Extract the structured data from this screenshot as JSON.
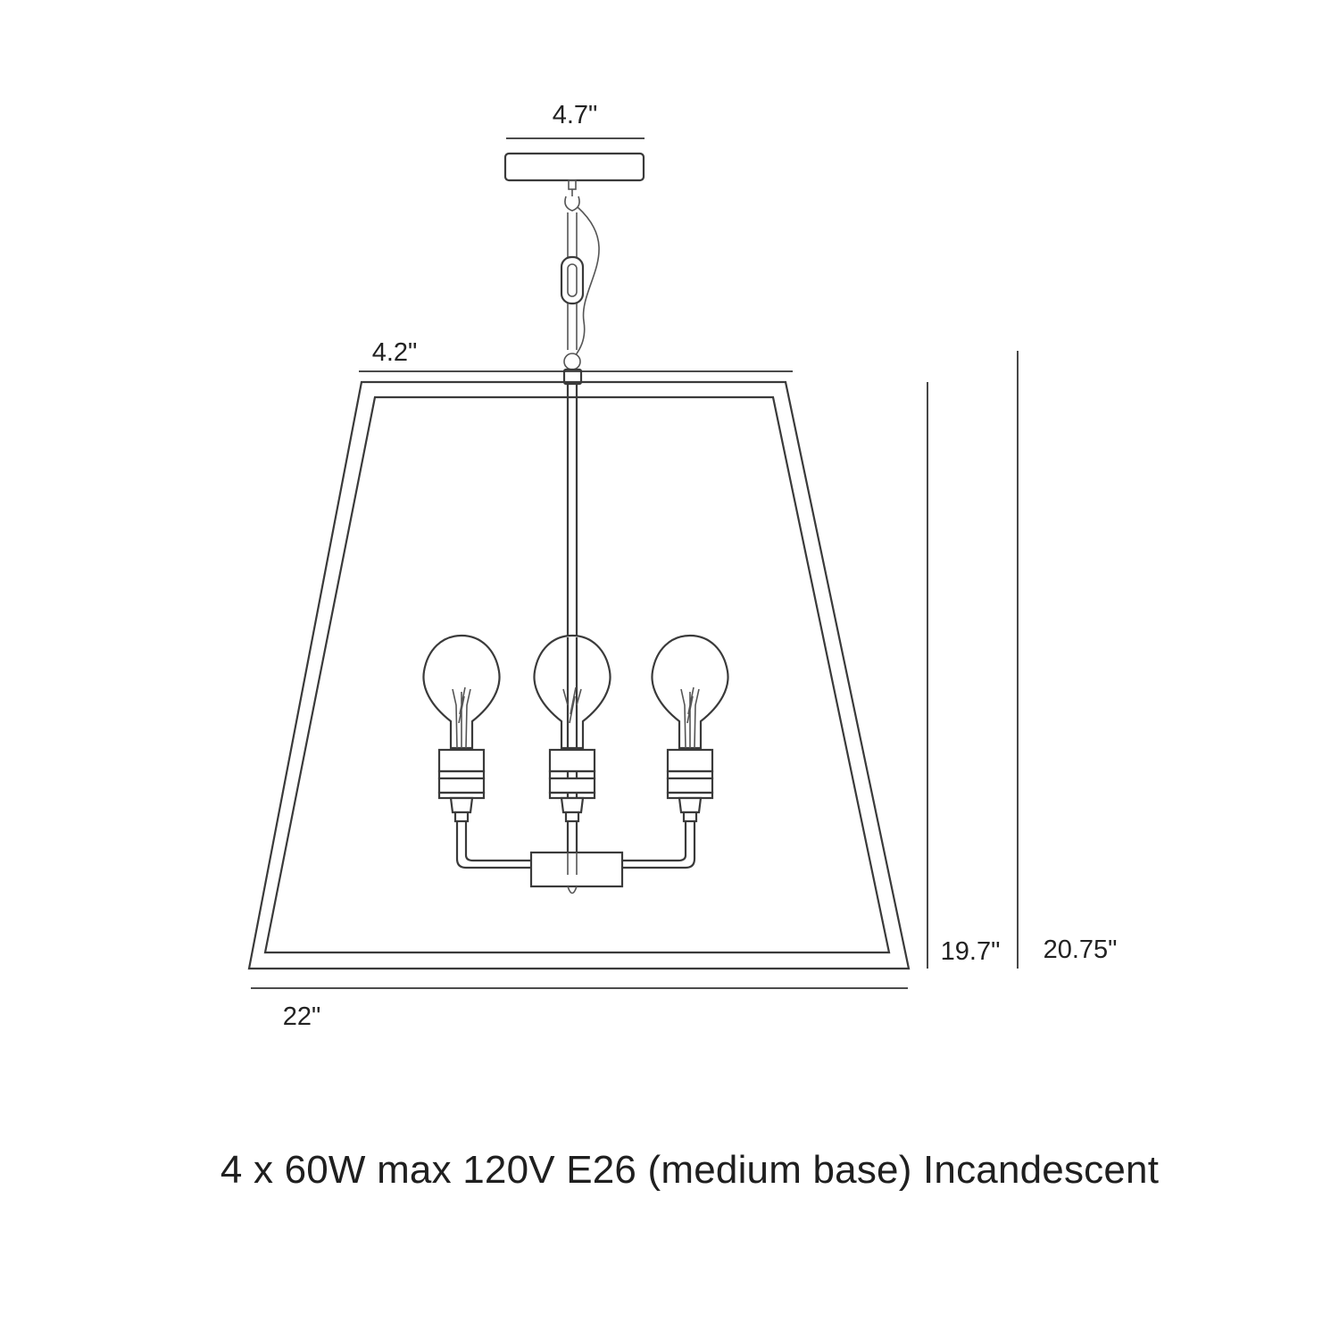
{
  "dimensions": {
    "canopy_width": "4.7\"",
    "top_width": "4.2\"",
    "bottom_width": "22\"",
    "frame_height": "19.7\"",
    "overall_height": "20.75\""
  },
  "specs": {
    "caption": "4 x 60W max 120V E26 (medium base) Incandescent"
  },
  "colors": {
    "stroke": "#3a3a3a",
    "background": "#ffffff"
  }
}
